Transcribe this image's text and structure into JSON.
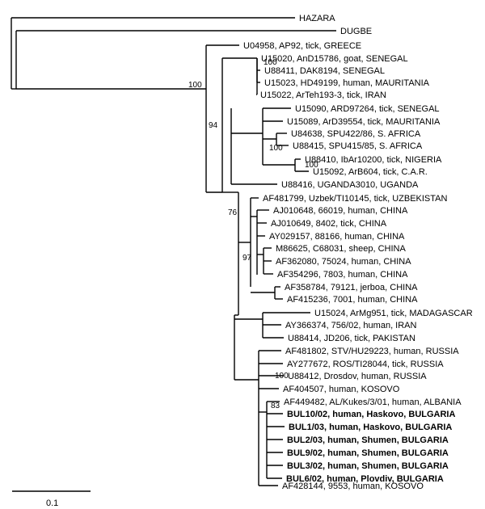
{
  "leaves": [
    {
      "label": "HAZARA",
      "bold": false
    },
    {
      "label": "DUGBE",
      "bold": false
    },
    {
      "label": "U04958, AP92, tick, GREECE",
      "bold": false
    },
    {
      "label": "U15020, AnD15786, goat, SENEGAL",
      "bold": false
    },
    {
      "label": "U88411, DAK8194, SENEGAL",
      "bold": false
    },
    {
      "label": "U15023, HD49199, human, MAURITANIA",
      "bold": false
    },
    {
      "label": "U15022, ArTeh193-3, tick, IRAN",
      "bold": false
    },
    {
      "label": "U15090, ARD97264, tick, SENEGAL",
      "bold": false
    },
    {
      "label": "U15089, ArD39554, tick, MAURITANIA",
      "bold": false
    },
    {
      "label": "U84638, SPU422/86, S. AFRICA",
      "bold": false
    },
    {
      "label": "U88415, SPU415/85, S. AFRICA",
      "bold": false
    },
    {
      "label": "U88410, IbAr10200, tick, NIGERIA",
      "bold": false
    },
    {
      "label": "U15092, ArB604, tick, C.A.R.",
      "bold": false
    },
    {
      "label": "U88416, UGANDA3010, UGANDA",
      "bold": false
    },
    {
      "label": "AF481799, Uzbek/TI10145, tick, UZBEKISTAN",
      "bold": false
    },
    {
      "label": "AJ010648, 66019, human, CHINA",
      "bold": false
    },
    {
      "label": "AJ010649, 8402, tick, CHINA",
      "bold": false
    },
    {
      "label": "AY029157, 88166,  human, CHINA",
      "bold": false
    },
    {
      "label": "M86625, C68031, sheep, CHINA",
      "bold": false
    },
    {
      "label": "AF362080, 75024, human, CHINA",
      "bold": false
    },
    {
      "label": "AF354296, 7803, human, CHINA",
      "bold": false
    },
    {
      "label": "AF358784, 79121, jerboa, CHINA",
      "bold": false
    },
    {
      "label": "AF415236, 7001, human, CHINA",
      "bold": false
    },
    {
      "label": "U15024, ArMg951, tick, MADAGASCAR",
      "bold": false
    },
    {
      "label": "AY366374, 756/02, human, IRAN",
      "bold": false
    },
    {
      "label": "U88414, JD206, tick, PAKISTAN",
      "bold": false
    },
    {
      "label": "AF481802, STV/HU29223, human, RUSSIA",
      "bold": false
    },
    {
      "label": "AY277672, ROS/TI28044, tick, RUSSIA",
      "bold": false
    },
    {
      "label": "U88412, Drosdov, human, RUSSIA",
      "bold": false
    },
    {
      "label": "AF404507, human, KOSOVO",
      "bold": false
    },
    {
      "label": "AF449482, AL/Kukes/3/01, human, ALBANIA",
      "bold": false
    },
    {
      "label": "BUL10/02, human, Haskovo, BULGARIA",
      "bold": true
    },
    {
      "label": "BUL1/03, human, Haskovo, BULGARIA",
      "bold": true
    },
    {
      "label": "BUL2/03, human, Shumen, BULGARIA",
      "bold": true
    },
    {
      "label": "BUL9/02, human, Shumen, BULGARIA",
      "bold": true
    },
    {
      "label": "BUL3/02, human, Shumen, BULGARIA",
      "bold": true
    },
    {
      "label": "BUL6/02, human, Plovdiv, BULGARIA",
      "bold": true
    },
    {
      "label": "AF428144, 9553, human, KOSOVO",
      "bold": false
    }
  ],
  "support_values": [
    "100",
    "100",
    "94",
    "100",
    "100",
    "76",
    "97",
    "100",
    "83"
  ],
  "scale_bar_label": "0.1"
}
